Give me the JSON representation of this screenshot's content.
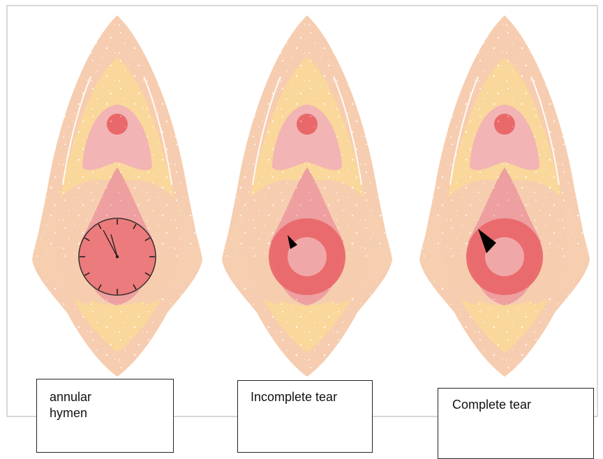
{
  "panels": [
    {
      "id": "annular",
      "label": "annular\nhymen",
      "variant": "clock"
    },
    {
      "id": "incomplete",
      "label": "Incomplete tear",
      "variant": "incomplete"
    },
    {
      "id": "complete",
      "label": "Complete tear",
      "variant": "complete"
    }
  ],
  "colors": {
    "outer": "#f6cdb0",
    "inner_yellow": "#fad79a",
    "pink": "#ee9f9f",
    "pink_light": "#f2b4b4",
    "hymen": "#e9686a",
    "opening": "#f0a7a7",
    "frame": "#bdbdbd",
    "marker": "#000000"
  }
}
